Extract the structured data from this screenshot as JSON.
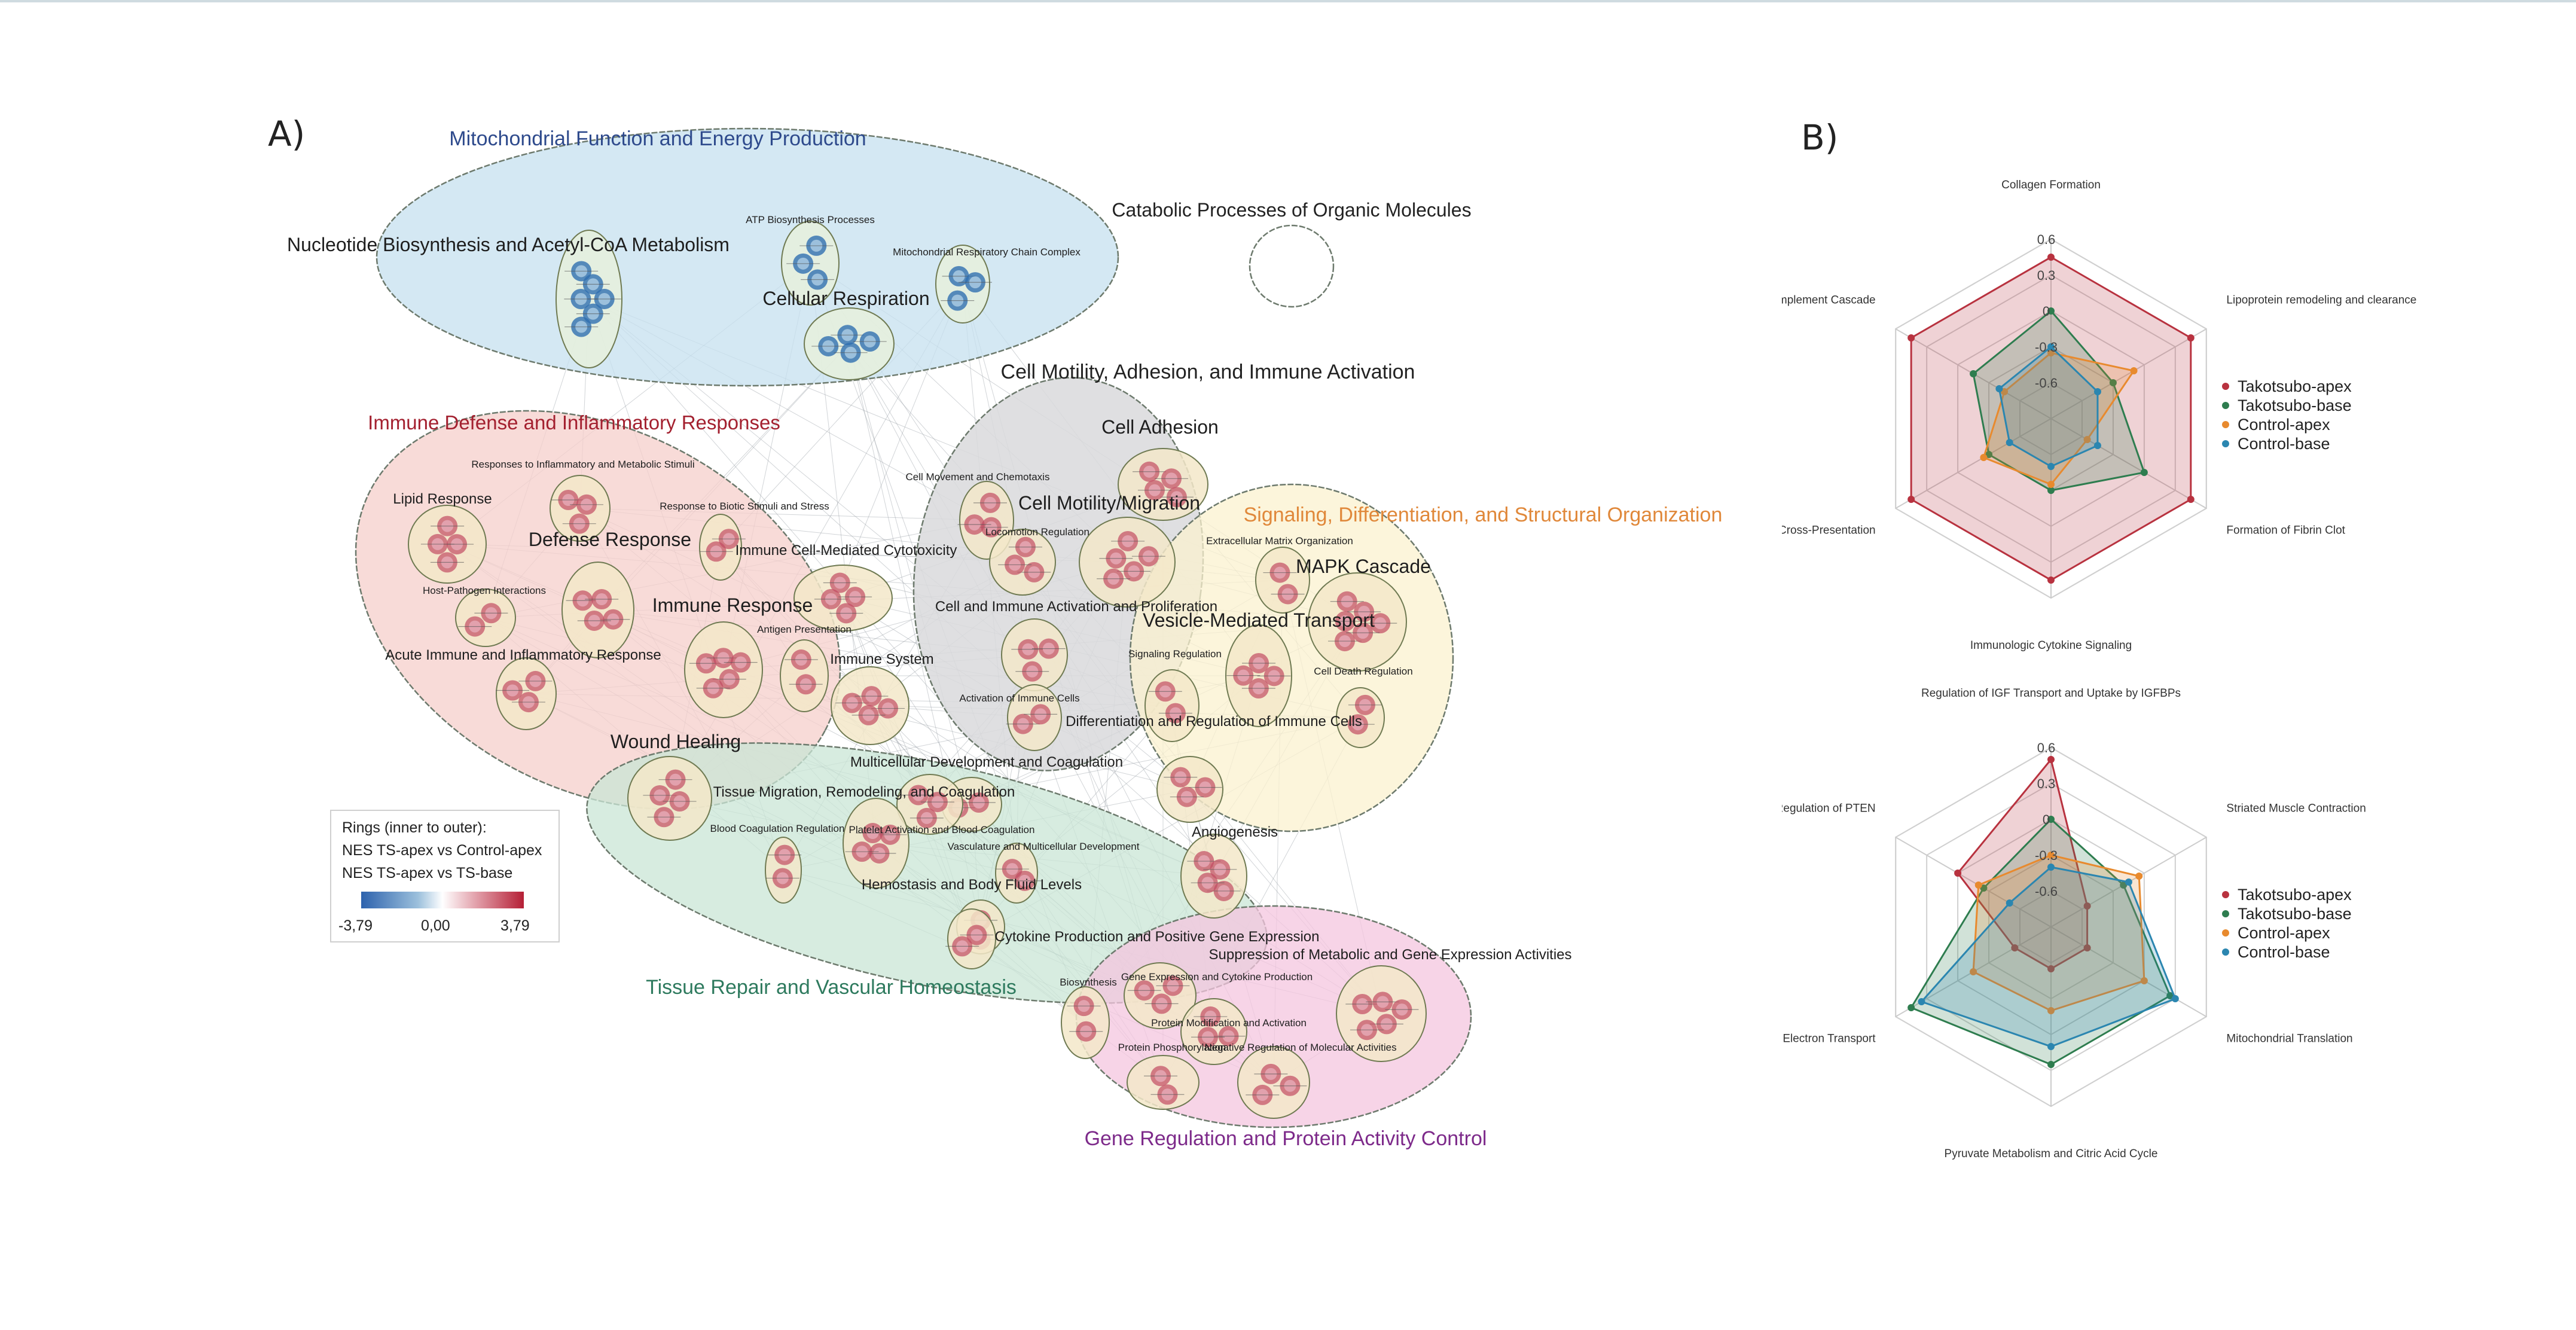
{
  "panels": {
    "a_label": "A)",
    "b_label": "B)"
  },
  "network": {
    "groups": [
      {
        "id": "mito",
        "title": "Mitochondrial Function and Energy Production",
        "color": "#2e4a8c",
        "fill": "#c6e0ef"
      },
      {
        "id": "catabolic",
        "title": "Catabolic Processes of Organic Molecules",
        "color": "#222222",
        "fill": "none"
      },
      {
        "id": "motility",
        "title": "Cell Motility, Adhesion, and Immune Activation",
        "color": "#222222",
        "fill": "#d9d9dc"
      },
      {
        "id": "immune",
        "title": "Immune Defense and Inflammatory Responses",
        "color": "#a3202f",
        "fill": "#f6cfcb"
      },
      {
        "id": "signaling",
        "title": "Signaling, Differentiation, and Structural Organization",
        "color": "#e0883a",
        "fill": "#fbf1cf"
      },
      {
        "id": "tissue",
        "title": "Tissue Repair and Vascular Homeostasis",
        "color": "#2e7a5e",
        "fill": "#c9e6d6"
      },
      {
        "id": "gene",
        "title": "Gene Regulation and Protein Activity Control",
        "color": "#7d2a8a",
        "fill": "#f4c6df"
      }
    ],
    "clusters": [
      {
        "label": "Nucleotide Biosynthesis and Acetyl-CoA Metabolism",
        "size": "large",
        "group": "mito"
      },
      {
        "label": "ATP Biosynthesis Processes",
        "size": "small",
        "group": "mito"
      },
      {
        "label": "Mitochondrial Respiratory Chain Complex",
        "size": "small",
        "group": "mito"
      },
      {
        "label": "Cellular Respiration",
        "size": "large",
        "group": "mito"
      },
      {
        "label": "Cell Adhesion",
        "size": "large",
        "group": "motility"
      },
      {
        "label": "Cell Movement and Chemotaxis",
        "size": "small",
        "group": "motility"
      },
      {
        "label": "Cell Motility/Migration",
        "size": "large",
        "group": "motility"
      },
      {
        "label": "Locomotion Regulation",
        "size": "small",
        "group": "motility"
      },
      {
        "label": "Cell and Immune Activation and Proliferation",
        "size": "medium",
        "group": "motility"
      },
      {
        "label": "Activation of Immune Cells",
        "size": "small",
        "group": "motility"
      },
      {
        "label": "Responses to Inflammatory and Metabolic Stimuli",
        "size": "small",
        "group": "immune"
      },
      {
        "label": "Lipid Response",
        "size": "medium",
        "group": "immune"
      },
      {
        "label": "Response to Biotic Stimuli and Stress",
        "size": "small",
        "group": "immune"
      },
      {
        "label": "Defense Response",
        "size": "large",
        "group": "immune"
      },
      {
        "label": "Immune Cell-Mediated Cytotoxicity",
        "size": "medium",
        "group": "immune"
      },
      {
        "label": "Host-Pathogen Interactions",
        "size": "small",
        "group": "immune"
      },
      {
        "label": "Immune Response",
        "size": "large",
        "group": "immune"
      },
      {
        "label": "Antigen Presentation",
        "size": "small",
        "group": "immune"
      },
      {
        "label": "Acute Immune and Inflammatory Response",
        "size": "medium",
        "group": "immune"
      },
      {
        "label": "Immune System",
        "size": "medium",
        "group": "immune"
      },
      {
        "label": "Extracellular Matrix Organization",
        "size": "small",
        "group": "signaling"
      },
      {
        "label": "MAPK Cascade",
        "size": "large",
        "group": "signaling"
      },
      {
        "label": "Vesicle-Mediated Transport",
        "size": "large",
        "group": "signaling"
      },
      {
        "label": "Signaling Regulation",
        "size": "small",
        "group": "signaling"
      },
      {
        "label": "Cell Death Regulation",
        "size": "small",
        "group": "signaling"
      },
      {
        "label": "Differentiation and Regulation of Immune Cells",
        "size": "medium",
        "group": "signaling"
      },
      {
        "label": "Angiogenesis",
        "size": "medium",
        "group": "signaling"
      },
      {
        "label": "Wound Healing",
        "size": "large",
        "group": "tissue"
      },
      {
        "label": "Multicellular Development and Coagulation",
        "size": "medium",
        "group": "tissue"
      },
      {
        "label": "Tissue Migration, Remodeling, and Coagulation",
        "size": "medium",
        "group": "tissue"
      },
      {
        "label": "Blood Coagulation Regulation",
        "size": "small",
        "group": "tissue"
      },
      {
        "label": "Platelet Activation and Blood Coagulation",
        "size": "small",
        "group": "tissue"
      },
      {
        "label": "Vasculature and Multicellular Development",
        "size": "small",
        "group": "tissue"
      },
      {
        "label": "Hemostasis and Body Fluid Levels",
        "size": "medium",
        "group": "tissue"
      },
      {
        "label": "Cytokine Production and Positive Gene Expression",
        "size": "medium",
        "group": "tissue"
      },
      {
        "label": "Suppression of Metabolic and Gene Expression Activities",
        "size": "medium",
        "group": "gene"
      },
      {
        "label": "Biosynthesis",
        "size": "small",
        "group": "gene"
      },
      {
        "label": "Gene Expression and Cytokine Production",
        "size": "small",
        "group": "gene"
      },
      {
        "label": "Protein Modification and Activation",
        "size": "small",
        "group": "gene"
      },
      {
        "label": "Protein Phosphorylation",
        "size": "small",
        "group": "gene"
      },
      {
        "label": "Negative Regulation of Molecular Activities",
        "size": "small",
        "group": "gene"
      }
    ],
    "legend": {
      "title": "Rings (inner to outer):",
      "line1": "NES TS-apex vs Control-apex",
      "line2": "NES TS-apex vs TS-base",
      "min_label": "-3,79",
      "mid_label": "0,00",
      "max_label": "3,79",
      "min_color": "#2d62ad",
      "mid_color": "#ffffff",
      "max_color": "#b51f35"
    }
  },
  "chart_data": [
    {
      "type": "radar",
      "title": "",
      "axes": [
        "Collagen Formation",
        "Lipoprotein remodeling and clearance",
        "Formation of Fibrin Clot",
        "Immunologic Cytokine Signaling",
        "Antigen Cross-Presentation",
        "Complement Cascade"
      ],
      "rlim": [
        -0.9,
        0.6
      ],
      "rticks": [
        0.6,
        0.3,
        0,
        -0.3,
        -0.6
      ],
      "rtick_labels": [
        "0.6",
        "0.3",
        "0",
        "-0.3",
        "-0.6"
      ],
      "grid": true,
      "legend_position": "right",
      "series": [
        {
          "name": "Takotsubo-apex",
          "color": "#b8323f",
          "values": [
            0.45,
            0.45,
            0.45,
            0.45,
            0.45,
            0.45
          ]
        },
        {
          "name": "Takotsubo-base",
          "color": "#2e7d4f",
          "values": [
            0.0,
            -0.3,
            0.0,
            -0.3,
            -0.3,
            -0.15
          ]
        },
        {
          "name": "Control-apex",
          "color": "#e88a2e",
          "values": [
            -0.35,
            -0.1,
            -0.55,
            -0.35,
            -0.25,
            -0.45
          ]
        },
        {
          "name": "Control-base",
          "color": "#2b86b0",
          "values": [
            -0.3,
            -0.45,
            -0.45,
            -0.5,
            -0.5,
            -0.4
          ]
        }
      ]
    },
    {
      "type": "radar",
      "title": "",
      "axes": [
        "Regulation of IGF Transport and Uptake by IGFBPs",
        "Striated Muscle Contraction",
        "Mitochondrial Translation",
        "Pyruvate Metabolism and Citric Acid Cycle",
        "Respiratory Electron Transport",
        "Regulation of PTEN"
      ],
      "rlim": [
        -0.9,
        0.6
      ],
      "rticks": [
        0.6,
        0.3,
        0,
        -0.3,
        -0.6
      ],
      "rtick_labels": [
        "0.6",
        "0.3",
        "0",
        "-0.3",
        "-0.6"
      ],
      "grid": true,
      "legend_position": "right",
      "series": [
        {
          "name": "Takotsubo-apex",
          "color": "#b8323f",
          "values": [
            0.5,
            -0.55,
            -0.55,
            -0.55,
            -0.55,
            0.0
          ]
        },
        {
          "name": "Takotsubo-base",
          "color": "#2e7d4f",
          "values": [
            0.0,
            -0.2,
            0.25,
            0.25,
            0.45,
            -0.25
          ]
        },
        {
          "name": "Control-apex",
          "color": "#e88a2e",
          "values": [
            -0.3,
            -0.05,
            0.0,
            -0.2,
            -0.15,
            -0.2
          ]
        },
        {
          "name": "Control-base",
          "color": "#2b86b0",
          "values": [
            -0.4,
            -0.15,
            0.3,
            0.1,
            0.35,
            -0.5
          ]
        }
      ]
    }
  ]
}
